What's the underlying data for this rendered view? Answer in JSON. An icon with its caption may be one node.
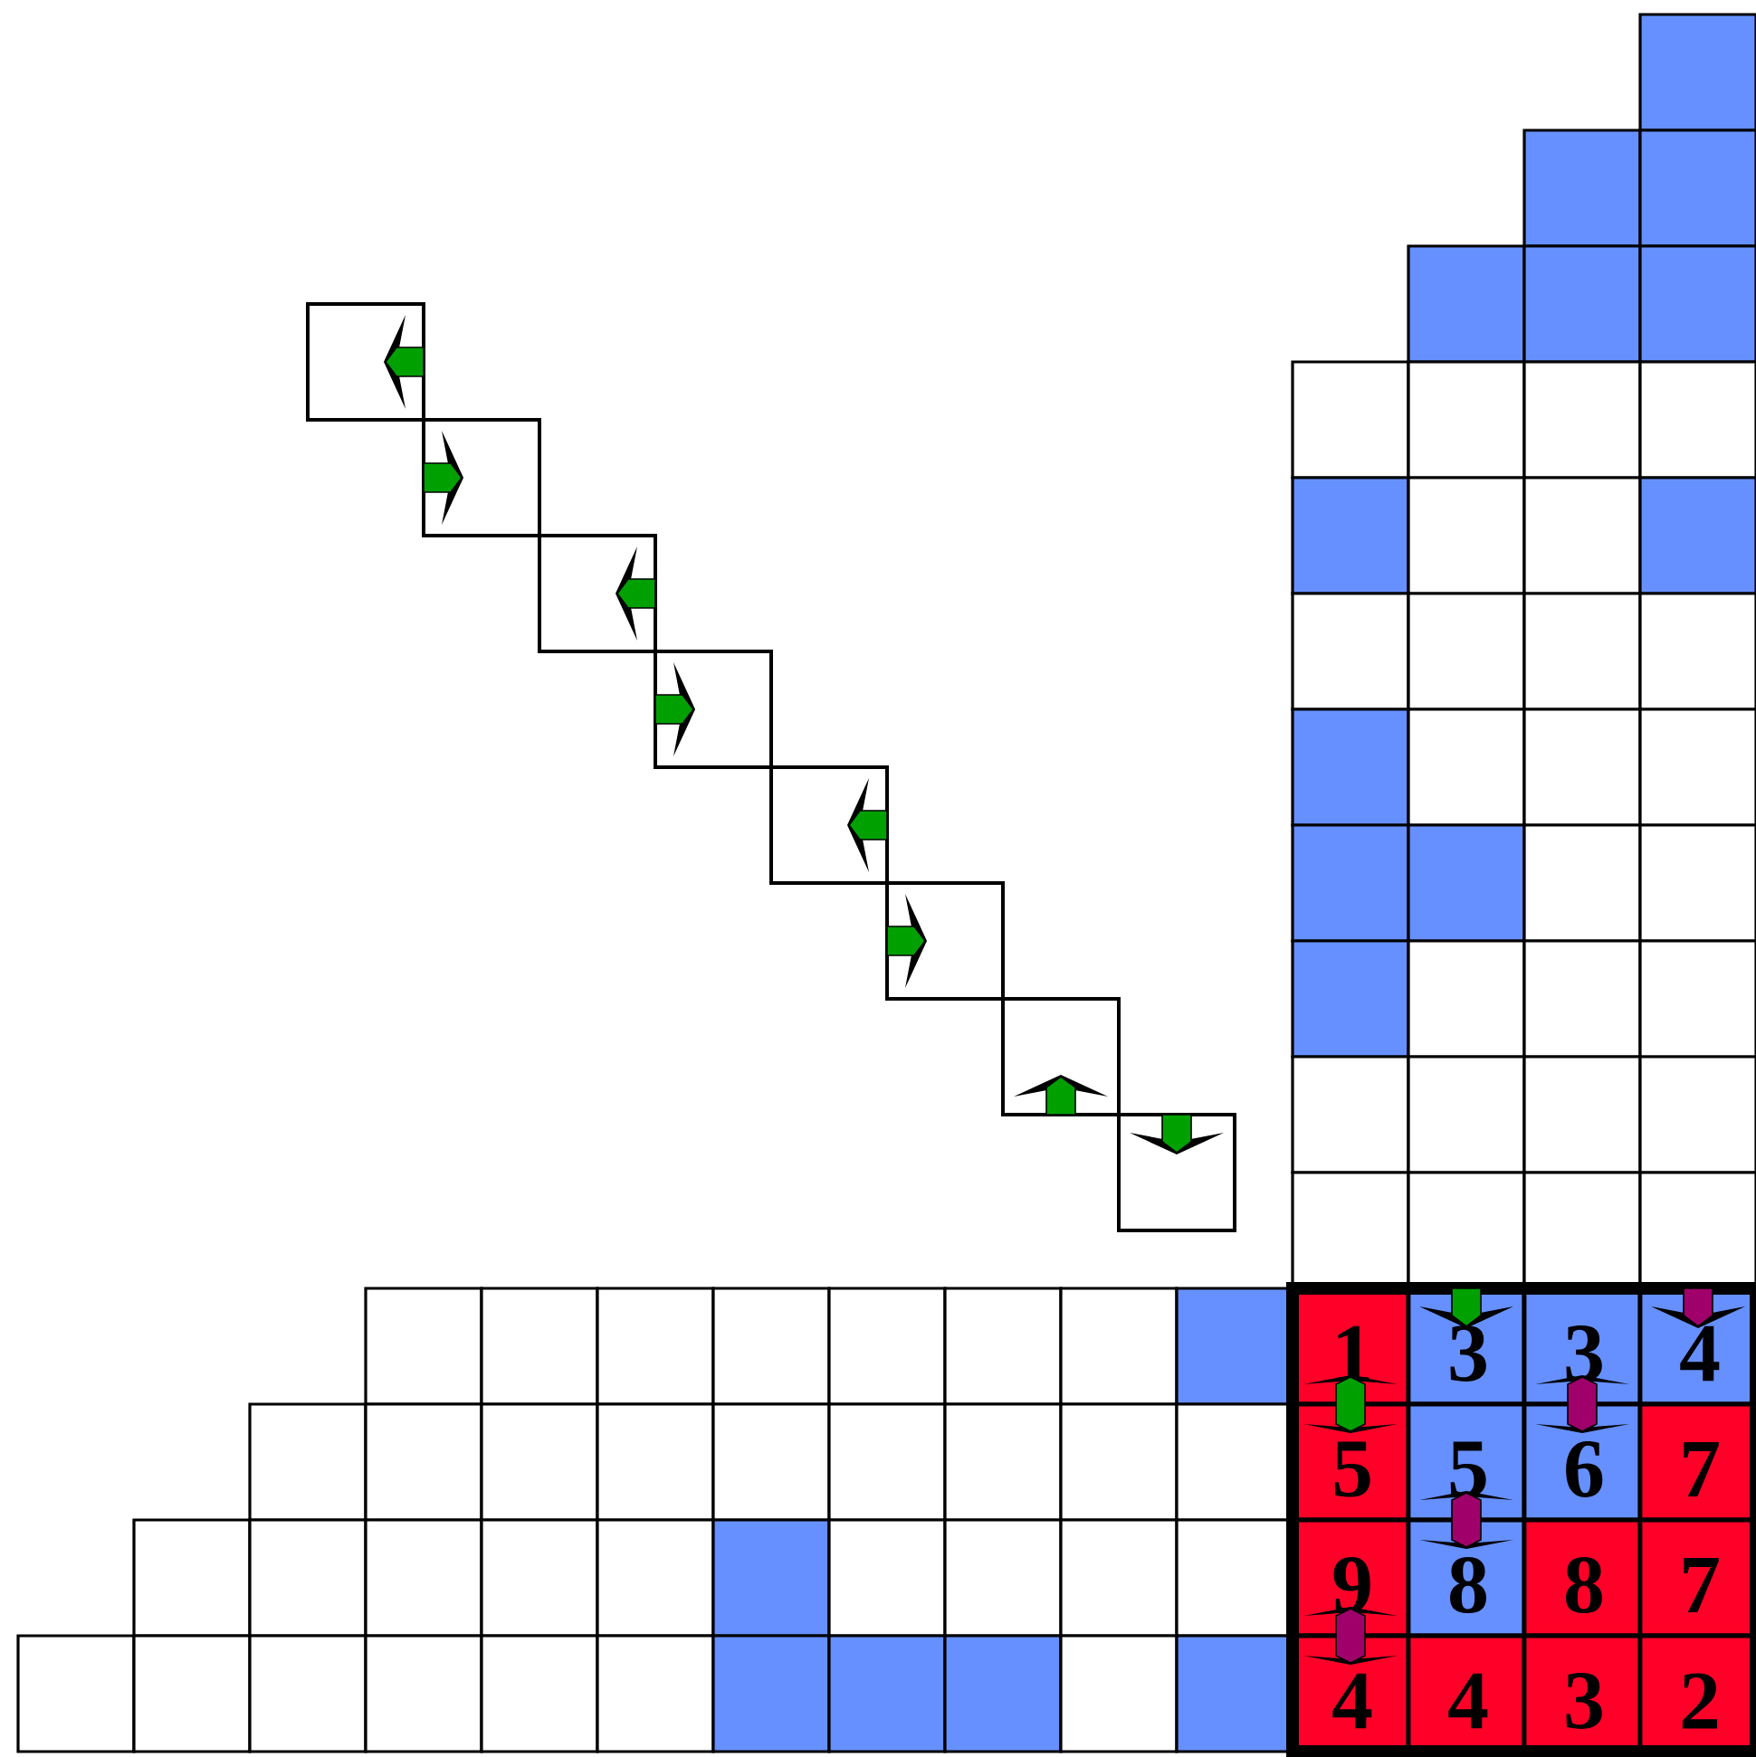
{
  "diagram": {
    "labels": [
      "1",
      "3",
      "3",
      "4",
      "5",
      "5",
      "6",
      "7",
      "9",
      "8",
      "8",
      "7",
      "4",
      "4",
      "3",
      "2"
    ]
  }
}
